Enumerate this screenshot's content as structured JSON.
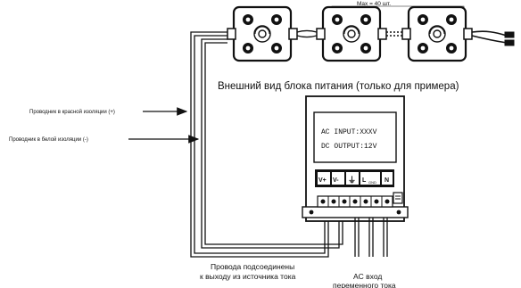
{
  "header_note": "Max = 40 шт.",
  "module_caption": "Внешний вид блока питания (только для примера)",
  "wire_labels": {
    "red": "Проводник в красной изоляции (+)",
    "white": "Проводник в белой изоляции (-)"
  },
  "psu_display": {
    "line1": "AC INPUT:XXXV",
    "line2": "DC OUTPUT:12V"
  },
  "psu_terminals": [
    "V+",
    "V-",
    "⏚",
    "L",
    "N"
  ],
  "psu_terminal_sub": "GND",
  "bottom_labels": {
    "output_line1": "Провода подсоединены",
    "output_line2": "к выходу из источника тока",
    "ac_line1": "AC вход",
    "ac_line2": "переменного тока"
  },
  "colors": {
    "line": "#111111",
    "module_fill": "#ffffff",
    "psu_fill": "#ffffff"
  }
}
